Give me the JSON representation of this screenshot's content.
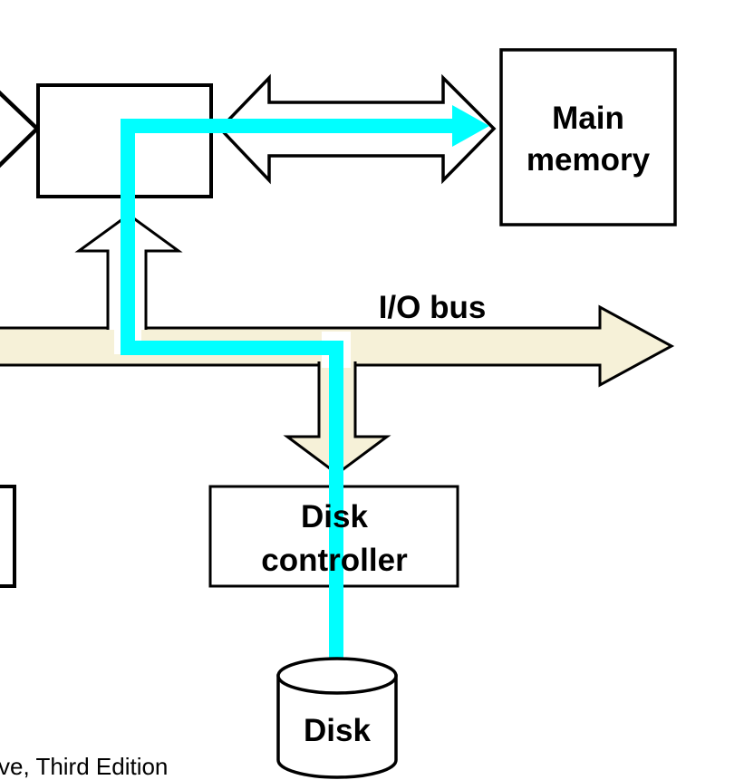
{
  "figure": {
    "caption": "ve, Third Edition",
    "bus": {
      "label": "I/O bus"
    },
    "memory": {
      "line1": "Main",
      "line2": "memory"
    },
    "disk_controller": {
      "line1": "Disk",
      "line2": "controller"
    },
    "disk": {
      "label": "Disk"
    },
    "colors": {
      "bus_fill": "#F6F1D8",
      "highlight": "#00FFFF",
      "box_fill": "#FFFFFF",
      "outline": "#000000",
      "caption_text": "#161616"
    }
  }
}
